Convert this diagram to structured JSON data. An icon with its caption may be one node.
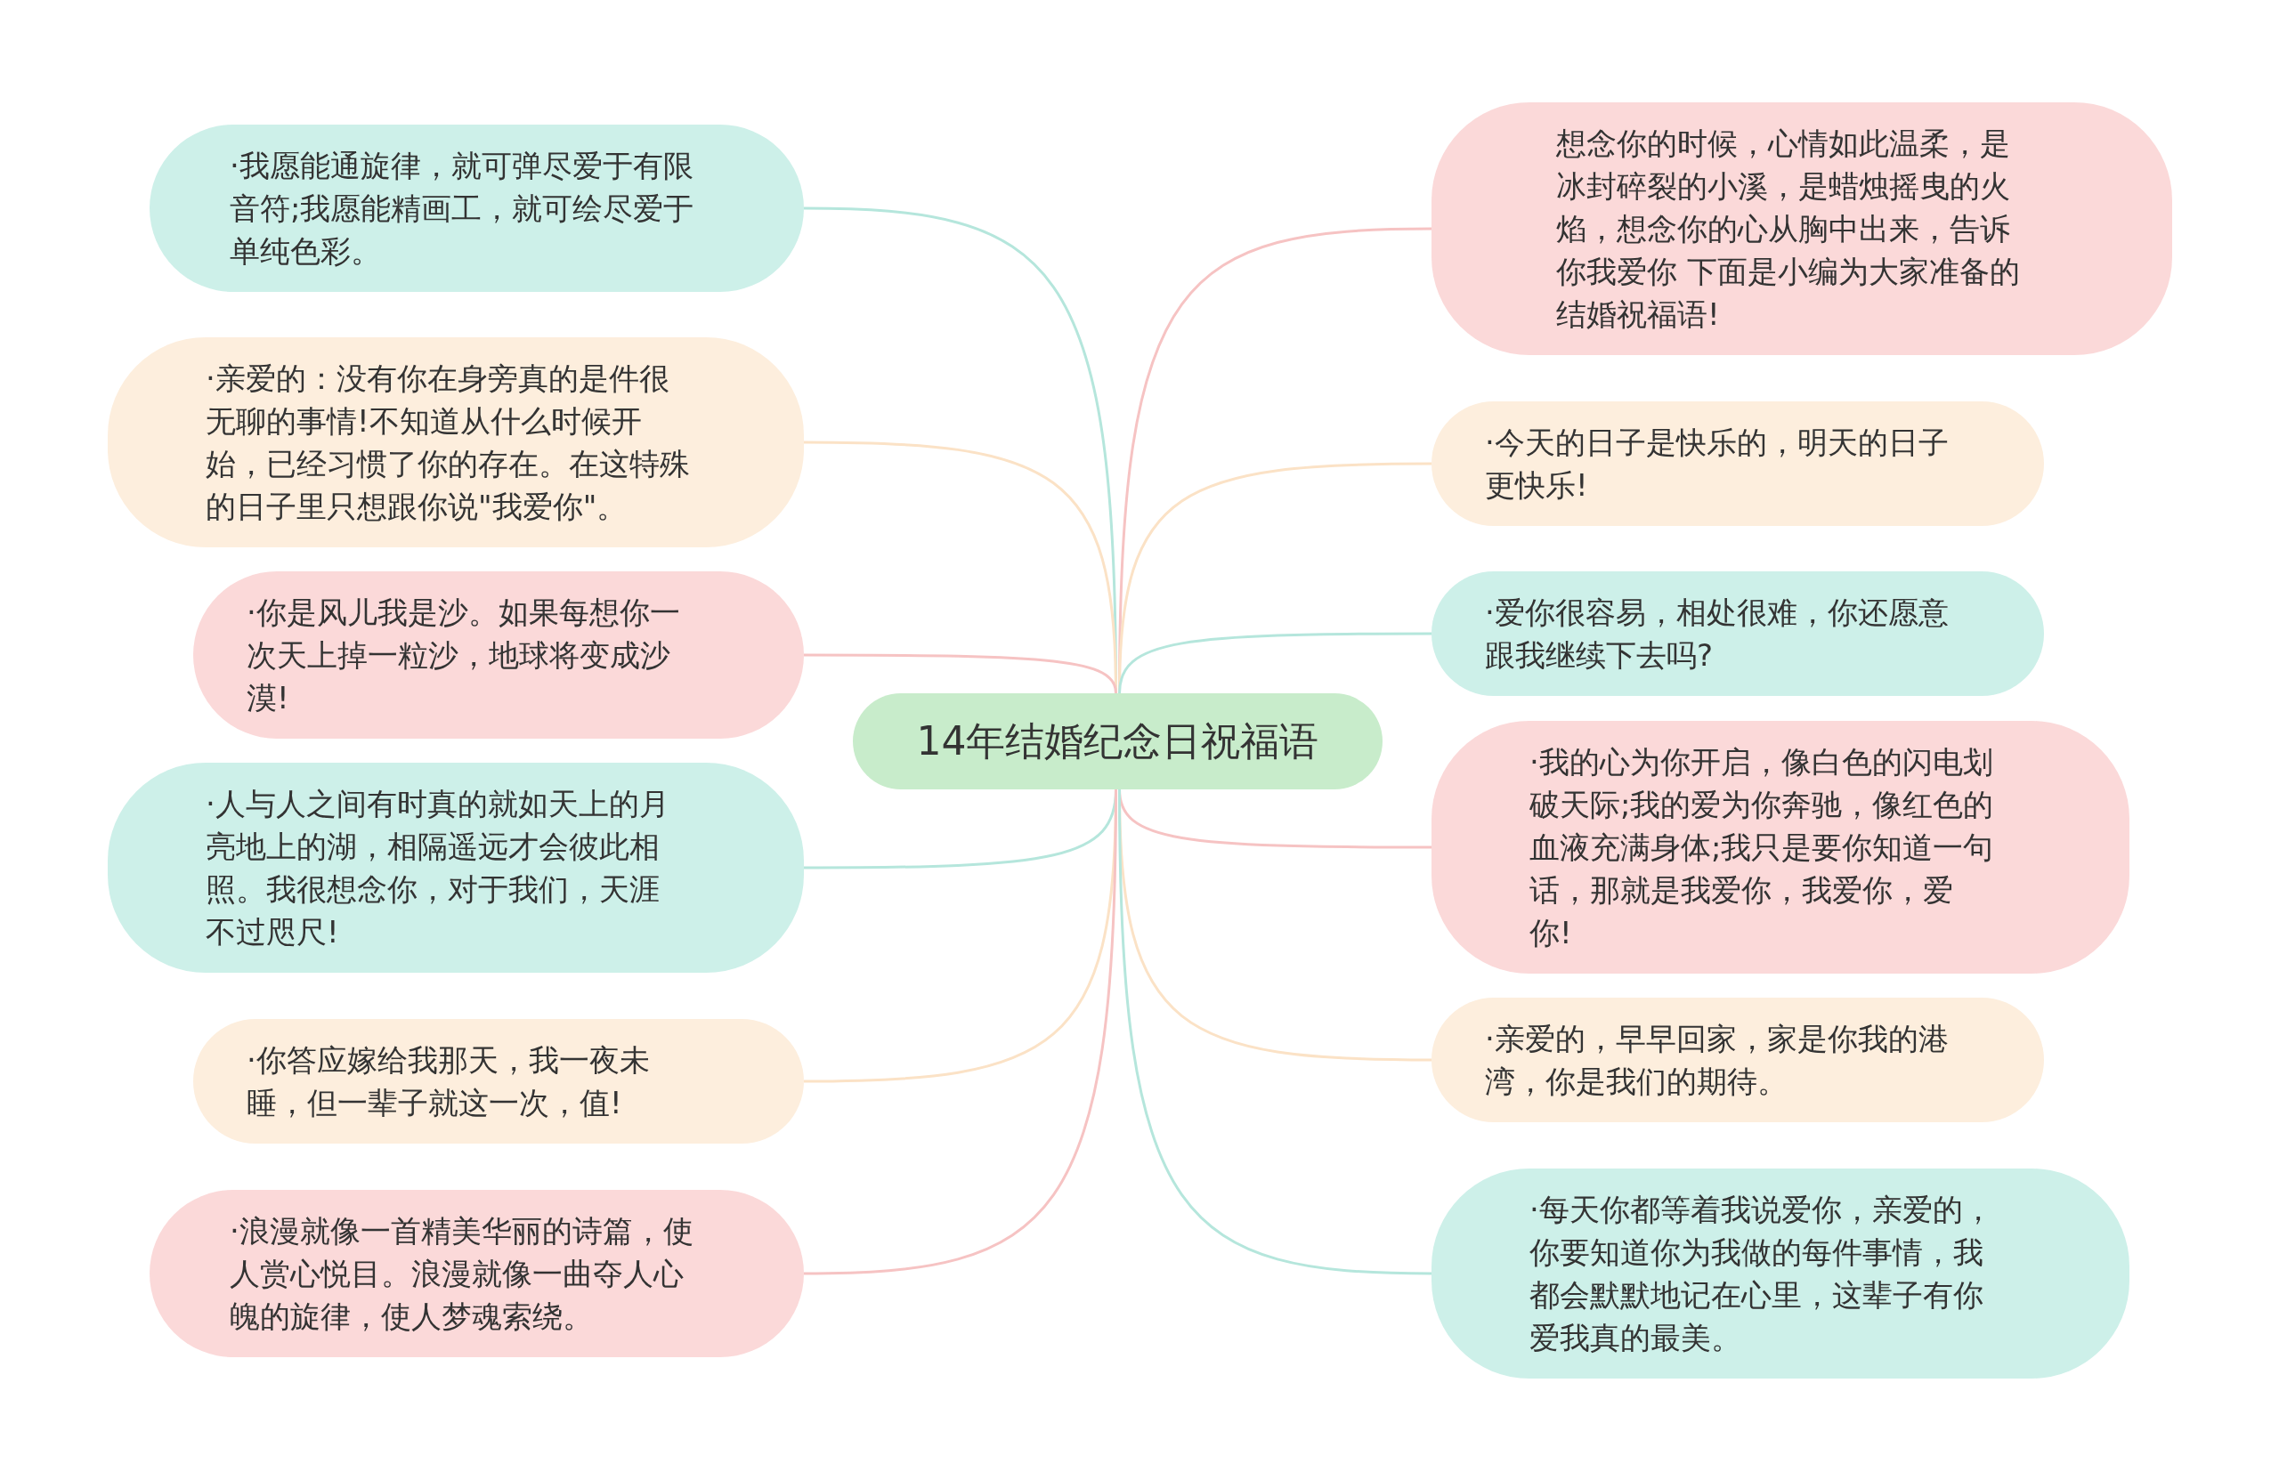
{
  "diagram": {
    "nodes": [
      {
        "text": [
          "14年结婚纪念日祝福语"
        ]
      },
      {
        "text": [
          "·我愿能通旋律，就可弹尽爱于有限音符;我愿能精画工，就可绘尽爱于单纯色彩。"
        ]
      },
      {
        "text": [
          "·亲爱的：没有你在身旁真的是件很无聊的事情!不知道从什么时候开始，已经习惯了你的存在。在这特殊的日子里只想跟你说\"我爱你\"。"
        ]
      },
      {
        "text": [
          "·你是风儿我是沙。如果每想你一次天上掉一粒沙，地球将变成沙漠!"
        ]
      },
      {
        "text": [
          "·人与人之间有时真的就如天上的月亮地上的湖，相隔遥远才会彼此相照。我很想念你，对于我们，天涯不过咫尺!"
        ]
      },
      {
        "text": [
          "·你答应嫁给我那天，我一夜未睡，但一辈子就这一次，值!"
        ]
      },
      {
        "text": [
          "·浪漫就像一首精美华丽的诗篇，使人赏心悦目。浪漫就像一曲夺人心魄的旋律，使人梦魂索绕。"
        ]
      },
      {
        "text": [
          "想念你的时候，心情如此温柔，是冰封碎裂的小溪，是蜡烛摇曳的火焰，想念你的心从胸中出来，告诉你我爱你 下面是小编为大家准备的结婚祝福语!"
        ]
      },
      {
        "text": [
          "·今天的日子是快乐的，明天的日子更快乐!"
        ]
      },
      {
        "text": [
          "·爱你很容易，相处很难，你还愿意跟我继续下去吗?"
        ]
      },
      {
        "text": [
          "·我的心为你开启，像白色的闪电划破天际;我的爱为你奔驰，像红色的血液充满身体;我只是要你知道一句话，那就是我爱你，我爱你，爱你!"
        ]
      },
      {
        "text": [
          "·亲爱的，早早回家，家是你我的港湾，你是我们的期待。"
        ]
      },
      {
        "text": [
          "·每天你都等着我说爱你，亲爱的，你要知道你为我做的每件事情，我都会默默地记在心里，这辈子有你爱我真的最美。"
        ]
      }
    ],
    "edges": [
      {
        "from": 0,
        "to": 1,
        "arrow": "none",
        "color": "#b5e6dc"
      },
      {
        "from": 0,
        "to": 2,
        "arrow": "none",
        "color": "#fbe2c6"
      },
      {
        "from": 0,
        "to": 3,
        "arrow": "none",
        "color": "#f6c3c3"
      },
      {
        "from": 0,
        "to": 4,
        "arrow": "none",
        "color": "#b5e6dc"
      },
      {
        "from": 0,
        "to": 5,
        "arrow": "none",
        "color": "#fbe2c6"
      },
      {
        "from": 0,
        "to": 6,
        "arrow": "none",
        "color": "#f6c3c3"
      },
      {
        "from": 0,
        "to": 7,
        "arrow": "none",
        "color": "#f6c3c3"
      },
      {
        "from": 0,
        "to": 8,
        "arrow": "none",
        "color": "#fbe2c6"
      },
      {
        "from": 0,
        "to": 9,
        "arrow": "none",
        "color": "#b5e6dc"
      },
      {
        "from": 0,
        "to": 10,
        "arrow": "none",
        "color": "#f6c3c3"
      },
      {
        "from": 0,
        "to": 11,
        "arrow": "none",
        "color": "#fbe2c6"
      },
      {
        "from": 0,
        "to": 12,
        "arrow": "none",
        "color": "#b5e6dc"
      }
    ]
  }
}
